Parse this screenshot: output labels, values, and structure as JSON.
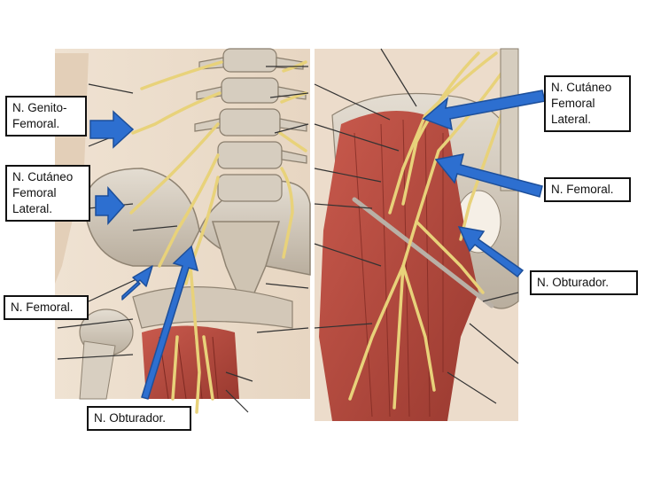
{
  "labels": {
    "genitofemoral_left": [
      "N. Genito-",
      "Femoral."
    ],
    "cutaneo_left": [
      "N. Cutáneo",
      "Femoral",
      "Lateral."
    ],
    "femoral_left": [
      "N. Femoral."
    ],
    "obturador_left": [
      "N. Obturador."
    ],
    "cutaneo_right": [
      "N. Cutáneo",
      "Femoral",
      "Lateral."
    ],
    "femoral_right": [
      "N. Femoral."
    ],
    "obturador_right": [
      "N. Obturador."
    ]
  },
  "colors": {
    "arrow": "#2d6fd0",
    "arrow_stroke": "#1d4f9a",
    "nerve": "#e8d27a",
    "muscle": "#b8443a",
    "bone": "#d9d0c2",
    "label_border": "#111111"
  }
}
